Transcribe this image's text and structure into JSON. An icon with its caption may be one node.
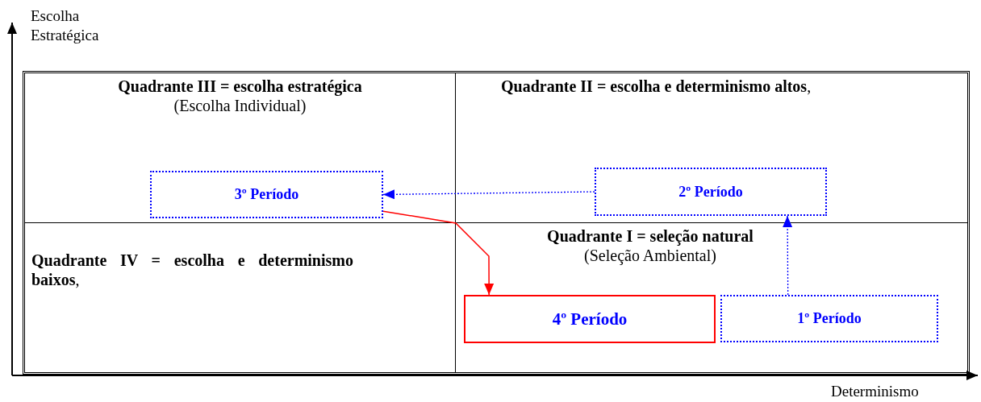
{
  "diagram": {
    "nodes": [
      {
        "text": [
          "Quadrante III = escolha estratégica",
          "(Escolha Individual)"
        ]
      },
      {
        "text": [
          "**Quadrante II = escolha e determinismo altos**,"
        ]
      },
      {
        "text": [
          "**Quadrante IV = escolha e determinismo baixos**,"
        ]
      },
      {
        "text": [
          "Quadrante I = seleção natural",
          "(Seleção Ambiental)"
        ]
      },
      {
        "text": [
          "3º Período"
        ],
        "in": 0
      },
      {
        "text": [
          "2º Período"
        ],
        "in": 1
      },
      {
        "text": [
          "4º Período"
        ],
        "in": 3
      },
      {
        "text": [
          "1º Período"
        ],
        "in": 3
      }
    ],
    "edges": [
      {
        "from": 5,
        "to": 4,
        "arrow": "to",
        "style": "dashed"
      },
      {
        "from": 7,
        "to": 5,
        "arrow": "to",
        "style": "dashed"
      },
      {
        "from": 4,
        "to": 6,
        "arrow": "to",
        "color": "#ff0000"
      }
    ],
    "labels": [
      "Escolha Estratégica",
      "Determinismo"
    ]
  }
}
